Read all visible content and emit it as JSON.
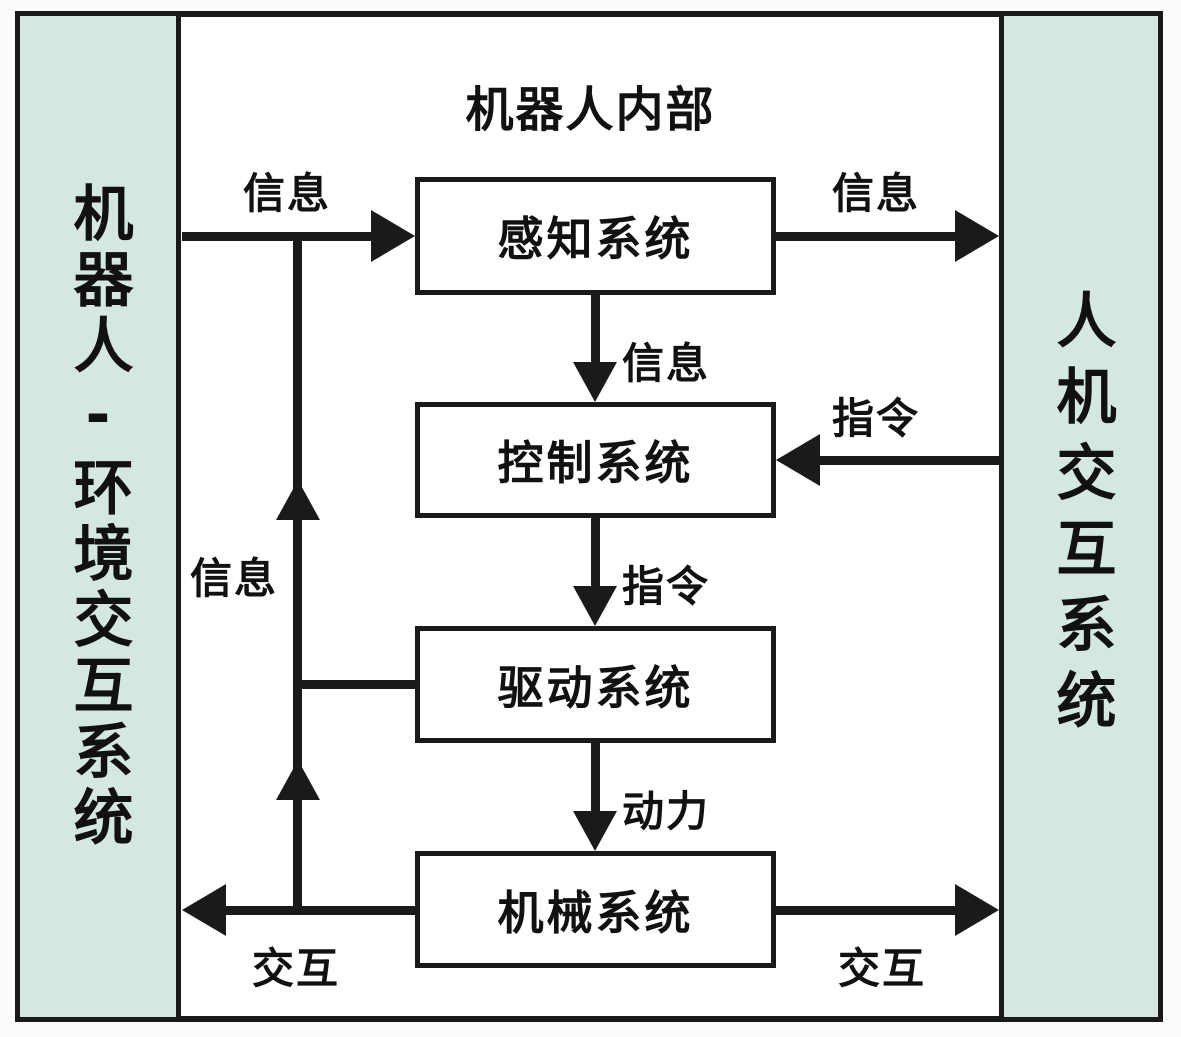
{
  "diagram": {
    "title": "机器人内部",
    "panels": {
      "left": {
        "label": "机器人-环境交互系统"
      },
      "right": {
        "label": "人机交互系统"
      }
    },
    "boxes": [
      {
        "id": "perception",
        "label": "感知系统"
      },
      {
        "id": "control",
        "label": "控制系统"
      },
      {
        "id": "drive",
        "label": "驱动系统"
      },
      {
        "id": "mechanical",
        "label": "机械系统"
      }
    ],
    "edge_labels": {
      "env_to_perception": "信息",
      "perception_to_hri": "信息",
      "perception_to_control": "信息",
      "hri_to_control": "指令",
      "control_to_drive": "指令",
      "drive_to_mechanical": "动力",
      "feedback_info": "信息",
      "mechanical_to_env": "交互",
      "mechanical_to_hri": "交互"
    },
    "colors": {
      "panel_fill": "#d5e8e0",
      "stroke": "#1a1a1a",
      "box_fill": "#ffffff",
      "canvas": "#ffffff"
    }
  }
}
